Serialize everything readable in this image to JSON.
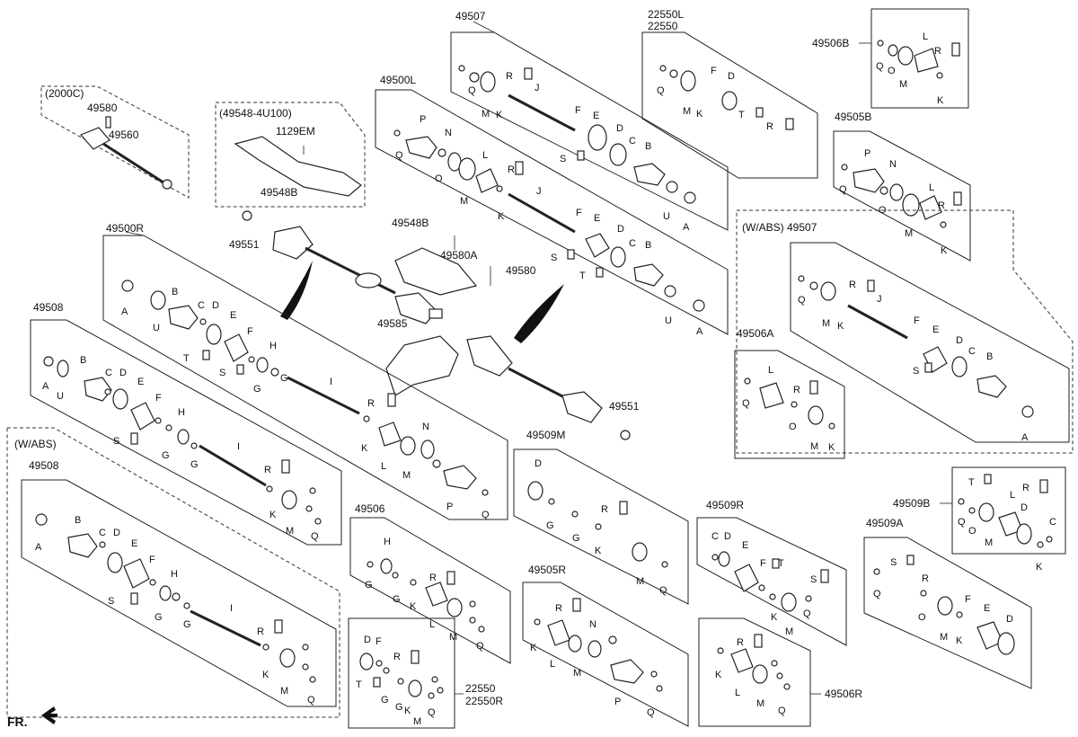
{
  "groups": {
    "g49507": "49507",
    "g22550L": "22550L",
    "g22550": "22550",
    "g49506B": "49506B",
    "g2000C": "(2000C)",
    "g49580": "49580",
    "g49560": "49560",
    "g49548_4U100": "(49548-4U100)",
    "g1129EM": "1129EM",
    "g49548B_top": "49548B",
    "g49500L": "49500L",
    "g49505B": "49505B",
    "g49551_a": "49551",
    "g49548B_mid": "49548B",
    "g49580A": "49580A",
    "g49580_mid": "49580",
    "gWABS_49507": "(W/ABS) 49507",
    "g49500R": "49500R",
    "g49585": "49585",
    "g49506A": "49506A",
    "g49508": "49508",
    "g49551_b": "49551",
    "g49509M": "49509M",
    "gWABS": "(W/ABS)",
    "g49508_b": "49508",
    "g49509B": "49509B",
    "g49506": "49506",
    "g49509R": "49509R",
    "g49509A": "49509A",
    "g49505R": "49505R",
    "g22550_b": "22550",
    "g22550R": "22550R",
    "g49506R": "49506R",
    "fr": "FR."
  },
  "letters": {
    "A": "A",
    "B": "B",
    "C": "C",
    "D": "D",
    "E": "E",
    "F": "F",
    "G": "G",
    "H": "H",
    "I": "I",
    "J": "J",
    "K": "K",
    "L": "L",
    "M": "M",
    "N": "N",
    "O": "O",
    "P": "P",
    "Q": "Q",
    "R": "R",
    "S": "S",
    "T": "T",
    "U": "U"
  }
}
